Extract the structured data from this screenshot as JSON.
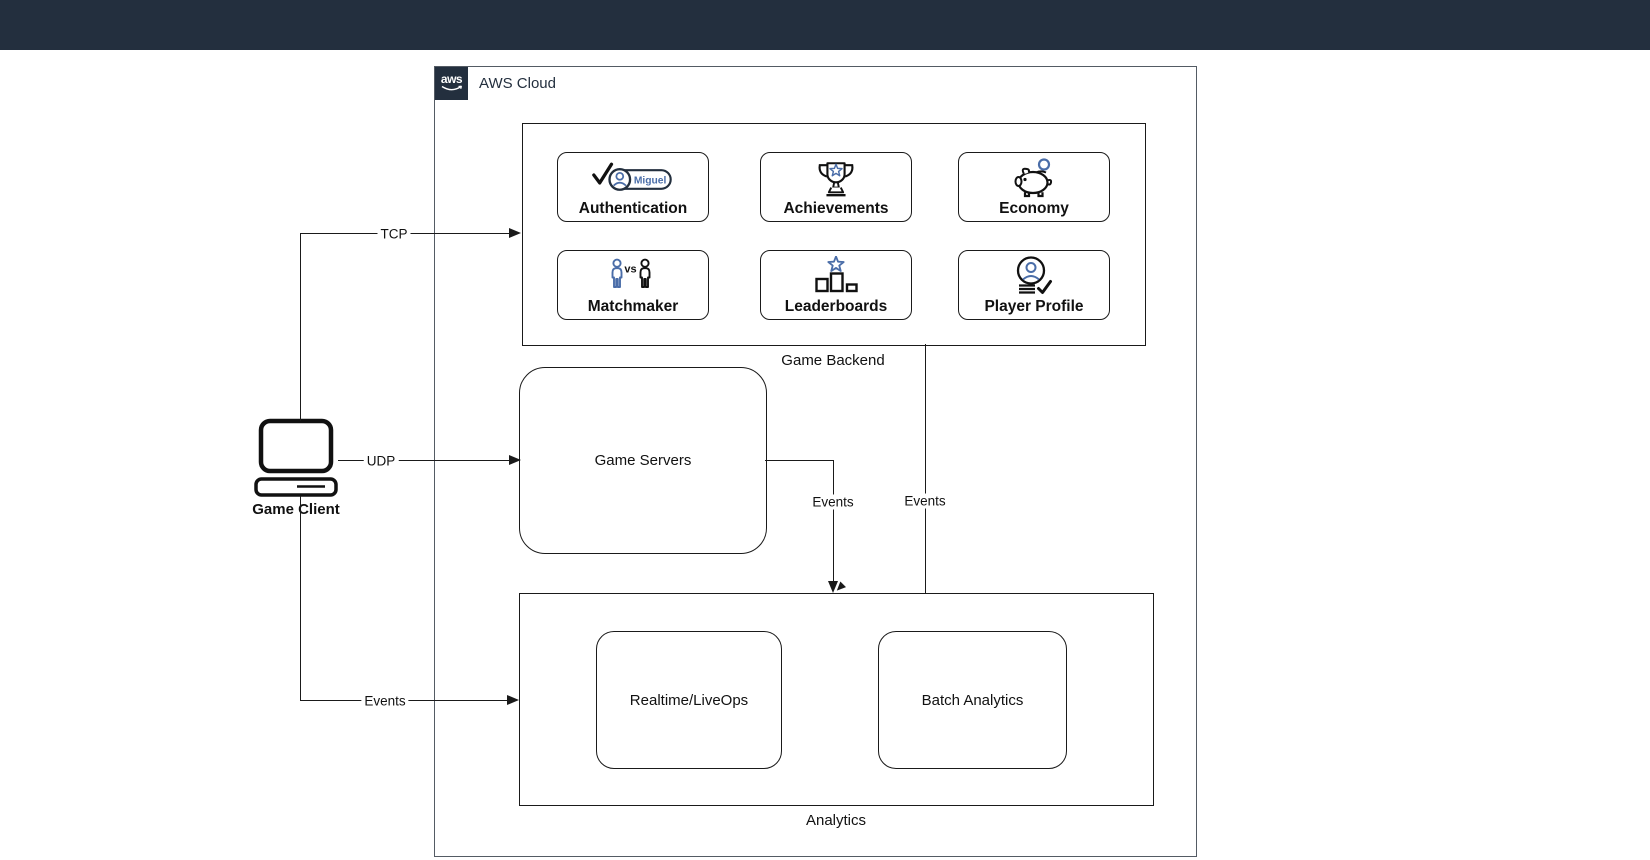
{
  "header": {},
  "aws_cloud": {
    "label": "AWS Cloud",
    "logo_text": "aws"
  },
  "backend": {
    "label": "Game Backend",
    "cards": [
      {
        "label": "Authentication",
        "chip": "Miguel"
      },
      {
        "label": "Achievements"
      },
      {
        "label": "Economy"
      },
      {
        "label": "Matchmaker",
        "vs": "vs"
      },
      {
        "label": "Leaderboards"
      },
      {
        "label": "Player Profile"
      }
    ]
  },
  "game_servers": {
    "label": "Game Servers"
  },
  "analytics": {
    "label": "Analytics",
    "children": [
      {
        "label": "Realtime/LiveOps"
      },
      {
        "label": "Batch Analytics"
      }
    ]
  },
  "game_client": {
    "label": "Game Client"
  },
  "edges": {
    "tcp": {
      "label": "TCP"
    },
    "udp": {
      "label": "UDP"
    },
    "client_events": {
      "label": "Events"
    },
    "server_events": {
      "label": "Events"
    },
    "backend_events": {
      "label": "Events"
    }
  },
  "colors": {
    "header_bg": "#232F3E",
    "accent_blue": "#4A6DA8",
    "line": "#1A1A1A"
  }
}
